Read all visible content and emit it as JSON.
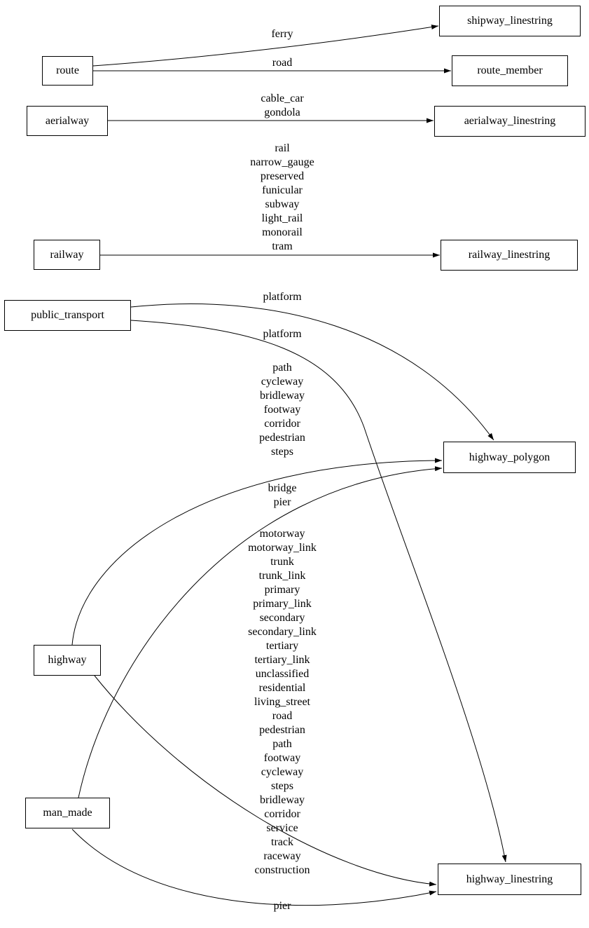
{
  "colors": {
    "background": "#ffffff",
    "node_border": "#000000",
    "edge": "#000000"
  },
  "nodes": {
    "route": {
      "label": "route"
    },
    "aerialway": {
      "label": "aerialway"
    },
    "railway": {
      "label": "railway"
    },
    "public_transport": {
      "label": "public_transport"
    },
    "highway": {
      "label": "highway"
    },
    "man_made": {
      "label": "man_made"
    },
    "shipway_linestring": {
      "label": "shipway_linestring"
    },
    "route_member": {
      "label": "route_member"
    },
    "aerialway_linestring": {
      "label": "aerialway_linestring"
    },
    "railway_linestring": {
      "label": "railway_linestring"
    },
    "highway_polygon": {
      "label": "highway_polygon"
    },
    "highway_linestring": {
      "label": "highway_linestring"
    }
  },
  "edges": {
    "route_to_shipway_linestring": {
      "label": "ferry"
    },
    "route_to_route_member": {
      "label": "road"
    },
    "aerialway_to_aerialway_linestring": {
      "label": "cable_car\ngondola"
    },
    "railway_to_railway_linestring": {
      "label": "rail\nnarrow_gauge\npreserved\nfunicular\nsubway\nlight_rail\nmonorail\ntram"
    },
    "public_transport_to_highway_polygon": {
      "label": "platform"
    },
    "public_transport_to_highway_linestring": {
      "label": "platform"
    },
    "highway_to_highway_polygon": {
      "label": "path\ncycleway\nbridleway\nfootway\ncorridor\npedestrian\nsteps"
    },
    "man_made_to_highway_polygon": {
      "label": "bridge\npier"
    },
    "highway_to_highway_linestring": {
      "label": "motorway\nmotorway_link\ntrunk\ntrunk_link\nprimary\nprimary_link\nsecondary\nsecondary_link\ntertiary\ntertiary_link\nunclassified\nresidential\nliving_street\nroad\npedestrian\npath\nfootway\ncycleway\nsteps\nbridleway\ncorridor\nservice\ntrack\nraceway\nconstruction"
    },
    "man_made_to_highway_linestring": {
      "label": "pier"
    }
  }
}
